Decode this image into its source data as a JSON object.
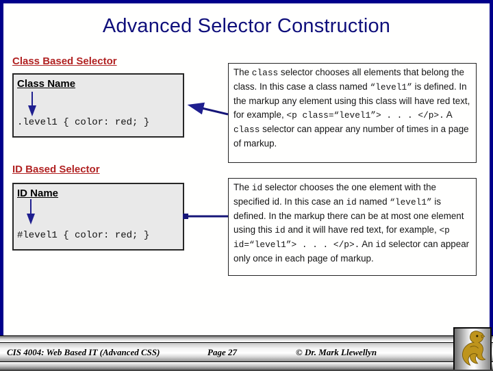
{
  "slide": {
    "title": "Advanced Selector Construction",
    "sections": [
      {
        "heading": "Class Based Selector",
        "box_label": "Class Name",
        "code": ".level1 { color: red; }",
        "explanation_runs": [
          {
            "text": "The ",
            "mono": false
          },
          {
            "text": "class",
            "mono": true
          },
          {
            "text": " selector chooses all elements that belong the class.  In this case a class named ",
            "mono": false
          },
          {
            "text": "“level1”",
            "mono": true
          },
          {
            "text": "  is defined.  In the markup any element using this class will have red text, for example, ",
            "mono": false
          },
          {
            "text": "<p class=“level1”> . . . </p>.",
            "mono": true
          },
          {
            "text": "  A ",
            "mono": false
          },
          {
            "text": "class",
            "mono": true
          },
          {
            "text": " selector can appear any number of times in a page of markup.",
            "mono": false
          }
        ]
      },
      {
        "heading": "ID Based Selector",
        "box_label": "ID Name",
        "code": "#level1 { color: red; }",
        "explanation_runs": [
          {
            "text": "The ",
            "mono": false
          },
          {
            "text": "id",
            "mono": true
          },
          {
            "text": " selector chooses the one element with the specified id.  In this case an ",
            "mono": false
          },
          {
            "text": "id",
            "mono": true
          },
          {
            "text": " named ",
            "mono": false
          },
          {
            "text": "“level1”",
            "mono": true
          },
          {
            "text": "  is defined.  In the markup there can be at most one element using this ",
            "mono": false
          },
          {
            "text": "id",
            "mono": true
          },
          {
            "text": " and it will have red text, for example, ",
            "mono": false
          },
          {
            "text": "<p id=“level1”> . . . </p>.",
            "mono": true
          },
          {
            "text": "    An ",
            "mono": false
          },
          {
            "text": "id",
            "mono": true
          },
          {
            "text": " selector can appear only once in each page of markup.",
            "mono": false
          }
        ]
      }
    ]
  },
  "footer": {
    "course": "CIS 4004: Web Based IT (Advanced CSS)",
    "page": "Page 27",
    "copyright": "© Dr. Mark Llewellyn",
    "logo_icon": "ucf-pegasus-logo"
  },
  "colors": {
    "slide_border_blue": "#00008B",
    "title_navy": "#0F0F7B",
    "heading_red": "#B12222",
    "arrow_blue": "#1F1F8F",
    "diagram_box_gray": "#E9E9E9",
    "logo_gold": "#BE941C"
  }
}
